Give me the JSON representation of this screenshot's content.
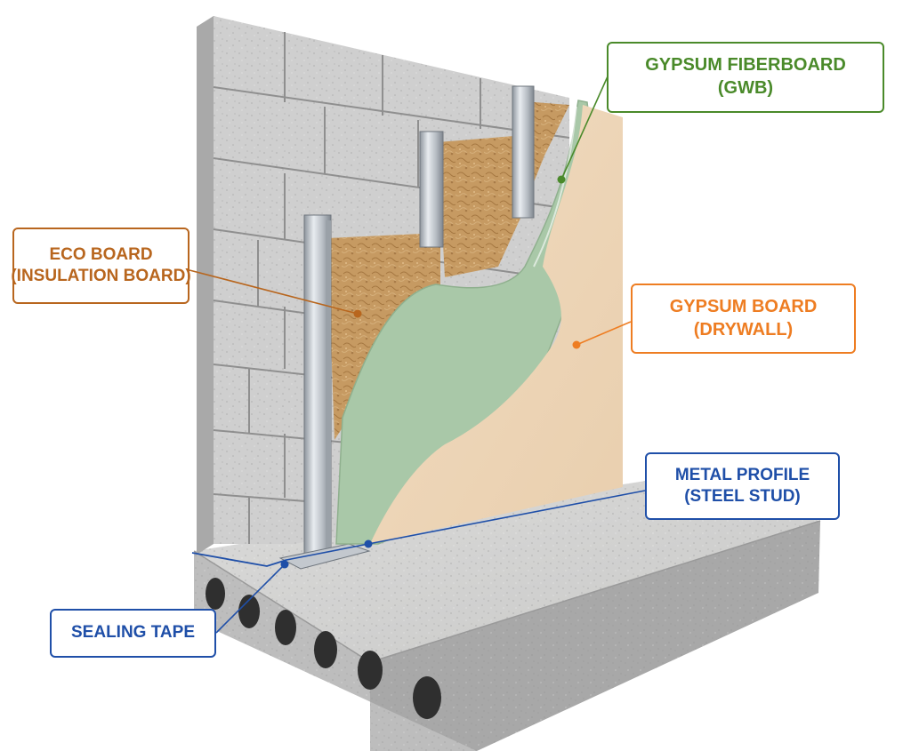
{
  "labels": {
    "gypsum_fiberboard": {
      "line1": "GYPSUM FIBERBOARD",
      "line2": "(GWB)",
      "color": "#4a8a2a"
    },
    "eco_board": {
      "line1": "ECO BOARD",
      "line2": "(INSULATION BOARD)",
      "color": "#b8661e"
    },
    "gypsum_board": {
      "line1": "GYPSUM BOARD",
      "line2": "(DRYWALL)",
      "color": "#ee7d22"
    },
    "metal_profile": {
      "line1": "METAL PROFILE",
      "line2": "(STEEL STUD)",
      "color": "#1f4fa8"
    },
    "sealing_tape": {
      "line1": "SEALING TAPE",
      "color": "#1f4fa8"
    }
  },
  "materials": {
    "block_face": "#cfcfcf",
    "block_side": "#b4b4b4",
    "mortar": "#8f8f8f",
    "insulation": "#c69a62",
    "fiberboard": "#a9c8a8",
    "drywall": "#efd6b8",
    "steel": "#c3c8ce",
    "slab_top": "#d5d5d4",
    "slab_front": "#bdbdbd",
    "slab_side": "#a6a6a6"
  },
  "icons": {
    "block_texture": "concrete-speckle",
    "insulation_texture": "fiber-swirl"
  }
}
